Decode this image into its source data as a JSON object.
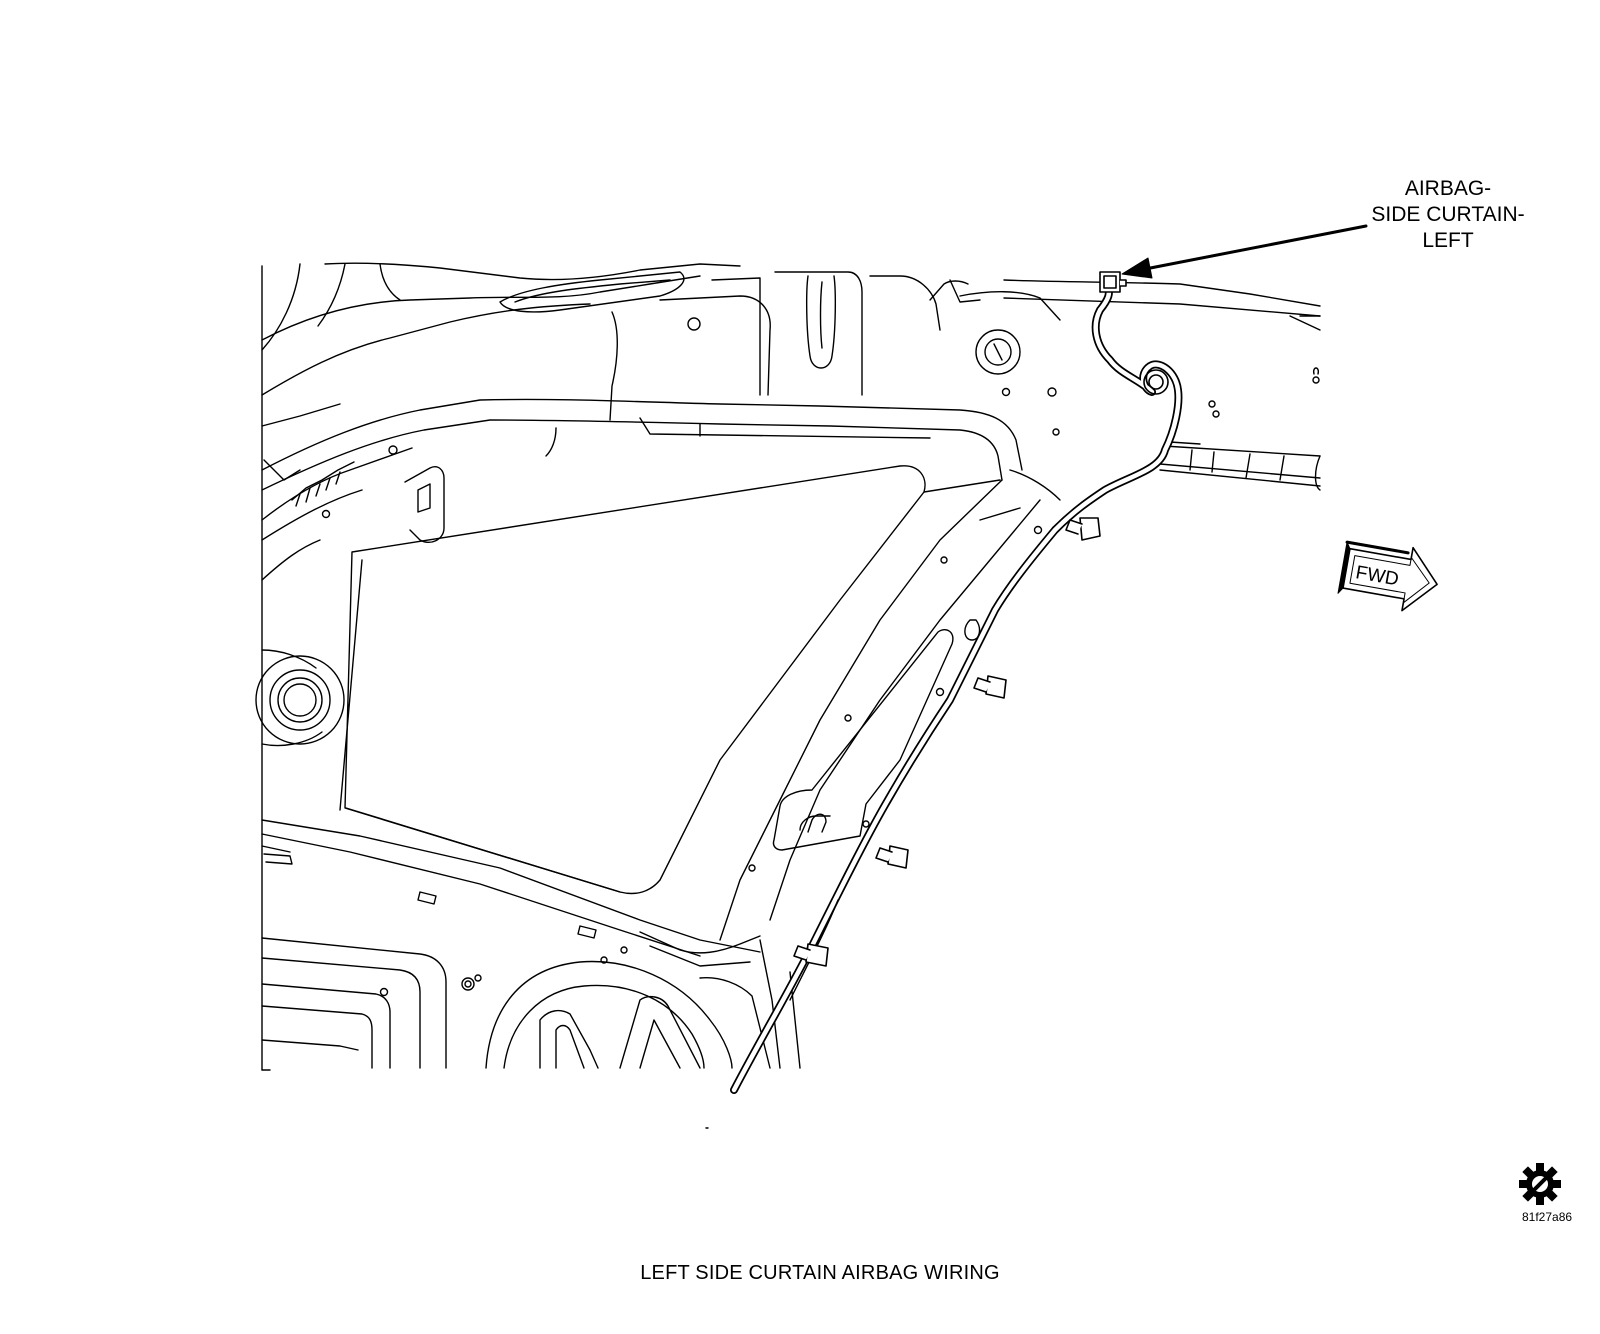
{
  "callout": {
    "line1": "AIRBAG-",
    "line2": "SIDE CURTAIN-",
    "line3": "LEFT"
  },
  "direction_indicator": {
    "label": "FWD"
  },
  "caption": "LEFT SIDE CURTAIN AIRBAG WIRING",
  "figure_id": "81f27a86",
  "icons": [
    "gear-icon",
    "forward-arrow-icon"
  ]
}
